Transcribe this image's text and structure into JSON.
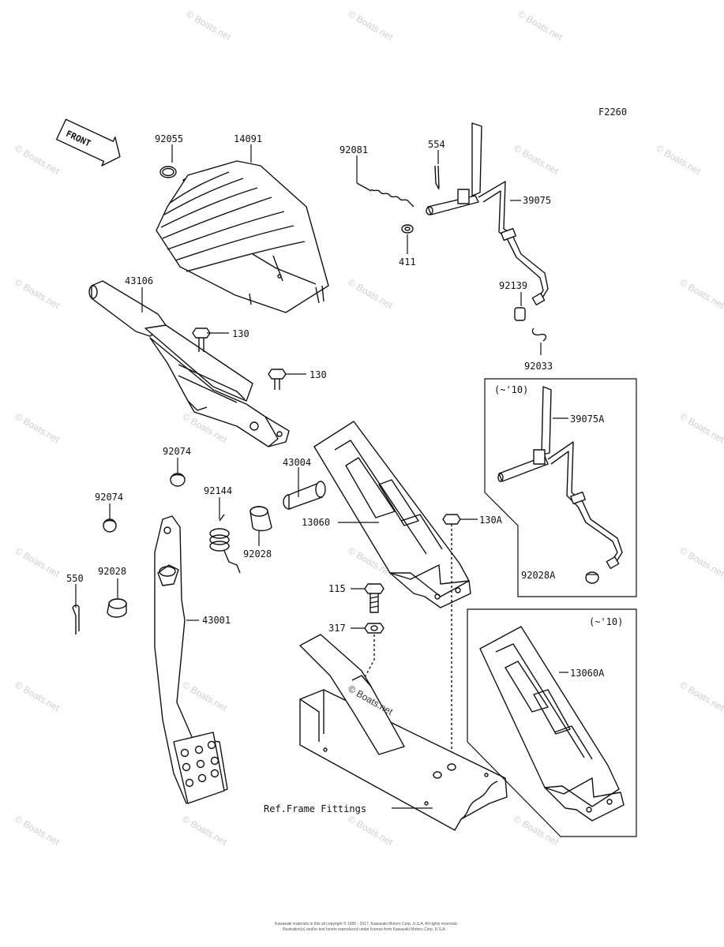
{
  "figure_code": "F2260",
  "front_label": "FRONT",
  "labels": {
    "p92055": "92055",
    "p14091": "14091",
    "p92081": "92081",
    "p554": "554",
    "p39075": "39075",
    "p411": "411",
    "p92139": "92139",
    "p92033": "92033",
    "p43106": "43106",
    "p130a": "130",
    "p130b": "130",
    "p39075A": "39075A",
    "p92074a": "92074",
    "p43004": "43004",
    "p92144": "92144",
    "p92074b": "92074",
    "p13060": "13060",
    "p130A": "130A",
    "p92028a": "92028",
    "p92028A": "92028A",
    "p550": "550",
    "p92028b": "92028",
    "p115": "115",
    "p43001": "43001",
    "p317": "317",
    "p13060A": "13060A",
    "ref_frame": "Ref.Frame Fittings"
  },
  "inset1_note": "(~'10)",
  "inset2_note": "(~'10)",
  "watermark": "© Boats.net",
  "center_watermark": "© Boats.net",
  "copyright_line1": "Kawasaki materials in this all copyright © 1995 - 2017, Kawasaki Motors Corp. U.S.A. All rights reserved.",
  "copyright_line2": "Illustration(s) and/or text herein reproduced under license from Kawasaki Motors Corp. U.S.A."
}
